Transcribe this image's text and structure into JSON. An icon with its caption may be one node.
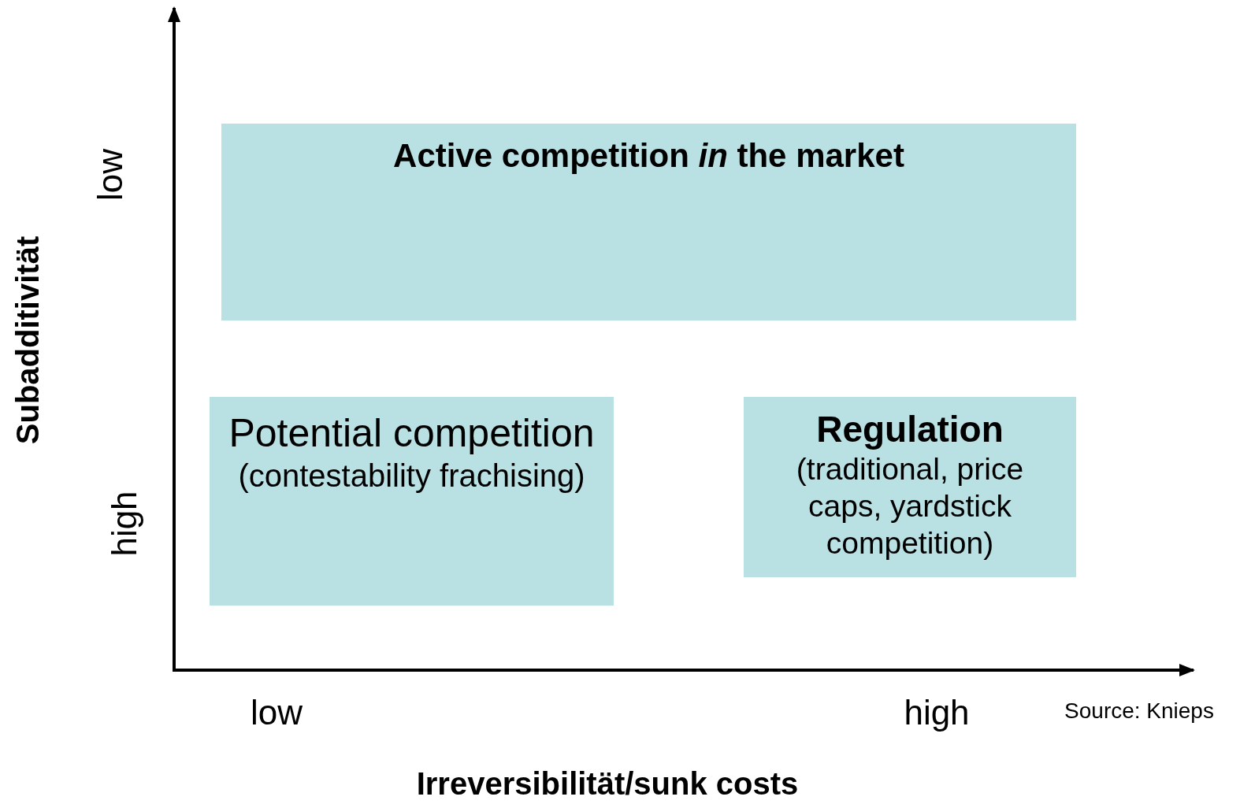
{
  "diagram": {
    "nodes": [
      {
        "text": [
          "Active competition *in* the market"
        ]
      },
      {
        "text": [
          "Potential competition",
          "(contestability frachising)"
        ]
      },
      {
        "text": [
          "Regulation",
          "(traditional, price caps, yardstick competition)"
        ]
      }
    ],
    "edges": [],
    "labels": [
      "Subadditivität",
      "low",
      "high",
      "low",
      "high",
      "Irreversibilität/sunk costs",
      "Source: Knieps"
    ]
  }
}
